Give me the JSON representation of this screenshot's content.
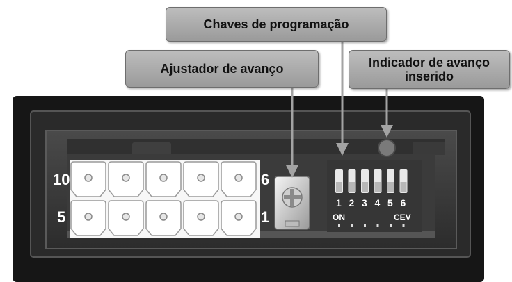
{
  "callouts": {
    "chaves": "Chaves de programação",
    "ajustador": "Ajustador de avanço",
    "indicador_line1": "Indicador de avanço",
    "indicador_line2": "inserido"
  },
  "connector": {
    "pin_top_left": "10",
    "pin_top_right": "6",
    "pin_bottom_left": "5",
    "pin_bottom_right": "1"
  },
  "dip": {
    "numbers": [
      "1",
      "2",
      "3",
      "4",
      "5",
      "6"
    ],
    "on_label": "ON",
    "cev_label": "CEV"
  },
  "colors": {
    "housing": "#1a1a1a",
    "panel": "#3a3a3a",
    "callout_bg": "#adadad",
    "arrow": "#9c9c9c"
  }
}
